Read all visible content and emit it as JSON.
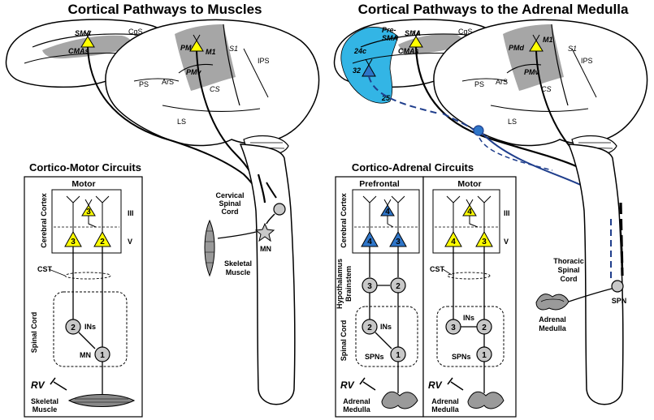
{
  "titles": {
    "left": "Cortical Pathways to Muscles",
    "right": "Cortical Pathways to the Adrenal Medulla"
  },
  "left_brain": {
    "SMA": "SMA",
    "CMAs": "CMAs",
    "CgS": "CgS",
    "PMd": "PMd",
    "M1": "M1",
    "S1": "S1",
    "IPS": "IPS",
    "PS": "PS",
    "ArS": "ArS",
    "PMv": "PMv",
    "CS": "CS",
    "LS": "LS"
  },
  "right_brain": {
    "PreSMA": "Pre-\nSMA",
    "SMA": "SMA",
    "CMAs": "CMAs",
    "CgS": "CgS",
    "a24c": "24c",
    "a32": "32",
    "a25": "25",
    "PMd": "PMd",
    "M1": "M1",
    "S1": "S1",
    "IPS": "IPS",
    "PS": "PS",
    "ArS": "ArS",
    "PMv": "PMv",
    "CS": "CS",
    "LS": "LS"
  },
  "left_spinal": {
    "cervical": [
      "Cervical",
      "Spinal",
      "Cord"
    ],
    "mn": "MN",
    "muscle": [
      "Skeletal",
      "Muscle"
    ]
  },
  "right_spinal": {
    "thoracic": [
      "Thoracic",
      "Spinal",
      "Cord"
    ],
    "spn": "SPN",
    "adrenal": [
      "Adrenal",
      "Medulla"
    ]
  },
  "motor_circuits": {
    "section_title": "Cortico-Motor Circuits",
    "box_title": "Motor",
    "cortex_label": "Cerebral Cortex",
    "layer_iii": "III",
    "layer_v": "V",
    "cst": "CST",
    "spinal_label": "Spinal Cord",
    "ins": "INs",
    "mn": "MN",
    "rv": "RV",
    "muscle": [
      "Skeletal",
      "Muscle"
    ],
    "n_upper": "3",
    "n_left": "3",
    "n_right": "2",
    "n_in": "2",
    "n_mn": "1"
  },
  "adrenal_circuits": {
    "section_title": "Cortico-Adrenal Circuits",
    "prefrontal": {
      "box_title": "Prefrontal",
      "cortex_label": "Cerebral Cortex",
      "hypo_label": [
        "Hypothalamus",
        "Brainstem"
      ],
      "spinal_label": "Spinal Cord",
      "ins": "INs",
      "spns": "SPNs",
      "rv": "RV",
      "adrenal": [
        "Adrenal",
        "Medulla"
      ],
      "n_upper": "4",
      "n_left": "4",
      "n_right": "3",
      "n_hypo_left": "3",
      "n_hypo_right": "2",
      "n_in": "2",
      "n_spn": "1"
    },
    "motor": {
      "box_title": "Motor",
      "layer_iii": "III",
      "layer_v": "V",
      "cst": "CST",
      "ins": "INs",
      "spns": "SPNs",
      "rv": "RV",
      "adrenal": [
        "Adrenal",
        "Medulla"
      ],
      "n_upper": "4",
      "n_left": "4",
      "n_right": "3",
      "n_in_left": "3",
      "n_in_right": "2",
      "n_spn": "1"
    }
  },
  "colors": {
    "yellow": "#ffff00",
    "blue": "#2e75c8",
    "cyan": "#33b5e5",
    "navy": "#1f3e8c",
    "gray_area": "#a6a6a6",
    "neuron_gray": "#c8c8c8"
  }
}
